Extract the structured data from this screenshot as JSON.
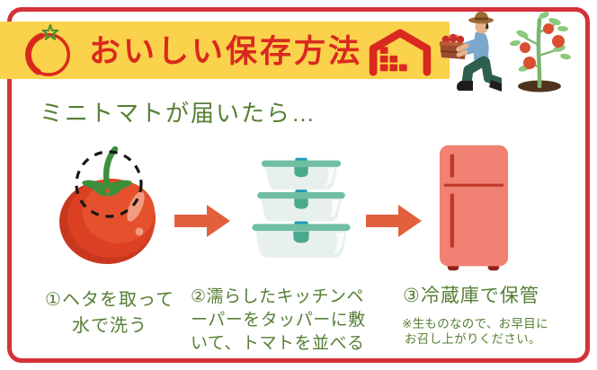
{
  "colors": {
    "border_red": "#d43238",
    "banner_yellow": "#fbd24b",
    "title_red": "#d9291e",
    "text_green": "#567f35",
    "arrow_orange": "#e2603e",
    "fridge_salmon": "#f08173",
    "fridge_handle_red": "#bf3a2b",
    "tomato_red": "#dc4023",
    "calyx_green": "#3e8f3b",
    "container_lid_teal": "#6fbea2",
    "container_latch_teal": "#1e9db7"
  },
  "header": {
    "title": "おいしい保存方法",
    "icons": [
      "tomato-outline-logo-icon",
      "warehouse-icon",
      "farmer-with-crate-illustration",
      "tomato-plant-illustration"
    ]
  },
  "intro": {
    "subtitle": "ミニトマトが届いたら…"
  },
  "steps": [
    {
      "illustration": "tomato-with-dashed-circle-on-stem",
      "caption": [
        "①ヘタを取って",
        "水で洗う"
      ]
    },
    {
      "illustration": "stacked-storage-containers",
      "caption": [
        "②濡らしたキッチンペ",
        "ーパーをタッパーに敷",
        "いて、トマトを並べる"
      ]
    },
    {
      "illustration": "refrigerator",
      "caption": [
        "③冷蔵庫で保管"
      ]
    }
  ],
  "note": {
    "lines": [
      "※生ものなので、お早目に",
      "お召し上がりください。"
    ]
  }
}
